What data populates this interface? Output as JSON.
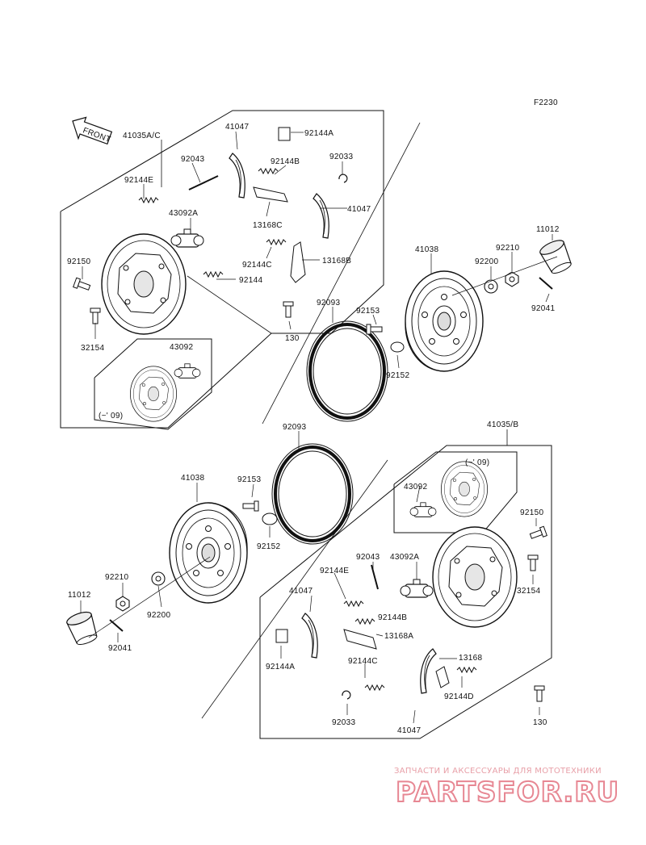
{
  "diagram": {
    "figure_code": "F2230",
    "front_label": "FRONT",
    "group_top": "41035A/C",
    "group_bottom": "41035/B",
    "variant_top": "(~' 09)",
    "variant_bottom": "(~' 09)",
    "parts": {
      "p41047": "41047",
      "p92144A": "92144A",
      "p92043": "92043",
      "p92144B": "92144B",
      "p92033": "92033",
      "p92144E": "92144E",
      "p43092A": "43092A",
      "p13168C": "13168C",
      "p92144C": "92144C",
      "p13168B": "13168B",
      "p92150": "92150",
      "p92144": "92144",
      "p130": "130",
      "p32154": "32154",
      "p43092": "43092",
      "p92093": "92093",
      "p92153": "92153",
      "p41038": "41038",
      "p92152": "92152",
      "p92200": "92200",
      "p92210": "92210",
      "p11012": "11012",
      "p92041": "92041",
      "p13168A": "13168A",
      "p13168": "13168",
      "p92144D": "92144D"
    }
  },
  "watermark": {
    "tagline": "ЗАПЧАСТИ И АКСЕССУАРЫ ДЛЯ МОТОТЕХНИКИ",
    "brand": "PARTSFOR.RU"
  }
}
